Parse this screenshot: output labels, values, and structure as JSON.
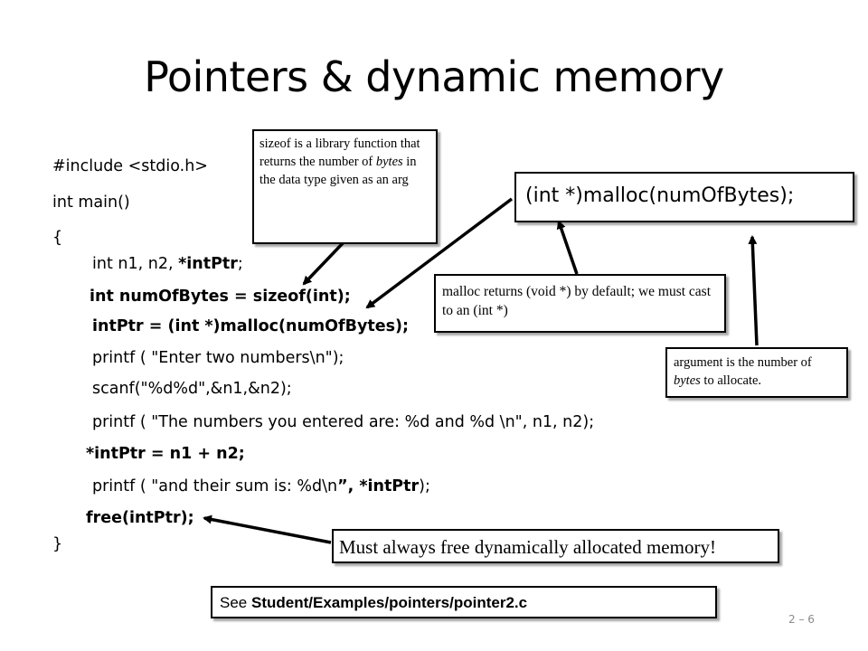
{
  "slide": {
    "title": "Pointers & dynamic memory",
    "slide_number": "2 – 6"
  },
  "code": {
    "include": "#include <stdio.h>",
    "main_sig": "int main()",
    "open_brace": "{",
    "decl_prefix": "int n1, n2, ",
    "decl_bold": "*intPtr",
    "decl_suffix": ";",
    "numofbytes": "int numOfBytes = sizeof(int);",
    "malloc_line": "intPtr = (int *)malloc(numOfBytes);",
    "printf1": "printf ( \"Enter two numbers\\n\");",
    "scanf": "scanf(\"%d%d\",&n1,&n2);",
    "printf2": "printf ( \"The numbers you entered are: %d and %d \\n\", n1, n2);",
    "assign": "*intPtr = n1 + n2;",
    "printf3_prefix": "printf ( \"and their sum is: %d\\n",
    "printf3_bold": "”, *intPtr",
    "printf3_suffix": ");",
    "free": "free(intPtr);",
    "close_brace": "}"
  },
  "notes": {
    "sizeof_1": "sizeof is a library function that returns the number of ",
    "sizeof_italic": "bytes",
    "sizeof_2": " in the data type given as an arg",
    "malloc_call": "(int *)malloc(numOfBytes);",
    "malloc_returns": "malloc returns (void *) by default; we must cast to an (int *)",
    "arg_1": "argument is the number of ",
    "arg_italic": "bytes",
    "arg_2": " to allocate.",
    "free_note": "Must always free dynamically allocated memory!",
    "see_prefix": "See ",
    "see_path": "Student/Examples/pointers/pointer2.c"
  },
  "colors": {
    "text": "#000000",
    "slide_number": "#8a8a8a",
    "box_border": "#000000"
  }
}
